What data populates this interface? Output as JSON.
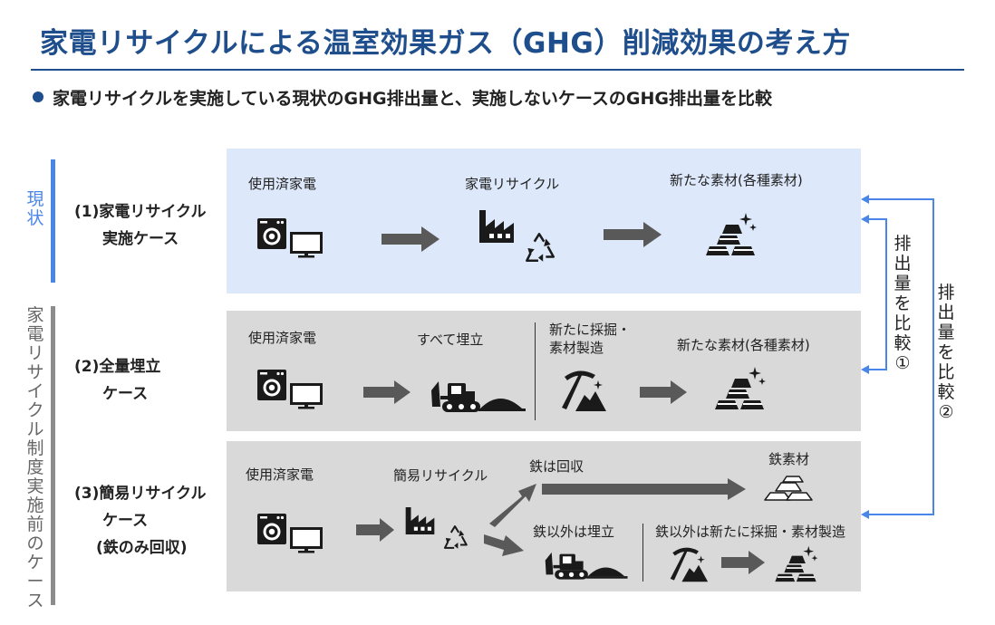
{
  "title": "家電リサイクルによる温室効果ガス（GHG）削減効果の考え方",
  "subtitle": "家電リサイクルを実施している現状のGHG排出量と、実施しないケースのGHG排出量を比較",
  "group_labels": {
    "current": "現状",
    "before": "家電リサイクル制度実施前のケース"
  },
  "cases": {
    "case1": {
      "label_lines": [
        "(1)家電リサイクル",
        "実施ケース"
      ],
      "step_used": "使用済家電",
      "step_recycle": "家電リサイクル",
      "step_material": "新たな素材(各種素材)"
    },
    "case2": {
      "label_lines": [
        "(2)全量埋立",
        "ケース"
      ],
      "step_used": "使用済家電",
      "step_landfill": "すべて埋立",
      "step_mining_lines": [
        "新たに採掘・",
        "素材製造"
      ],
      "step_material": "新たな素材(各種素材)"
    },
    "case3": {
      "label_lines": [
        "(3)簡易リサイクル",
        "ケース",
        "(鉄のみ回収)"
      ],
      "step_used": "使用済家電",
      "step_simple": "簡易リサイクル",
      "iron_recover": "鉄は回収",
      "iron_material": "鉄素材",
      "non_iron_landfill": "鉄以外は埋立",
      "non_iron_mining": "鉄以外は新たに採掘・素材製造"
    }
  },
  "comparisons": {
    "cmp1": "排出量を比較①",
    "cmp2": "排出量を比較②"
  },
  "colors": {
    "title": "#1f4e8c",
    "accent_blue": "#4a86e8",
    "panel_current": "#dde8fb",
    "panel_gray": "#d9d9d9",
    "arrow_gray": "#595959",
    "icon": "#1a1a1a"
  }
}
